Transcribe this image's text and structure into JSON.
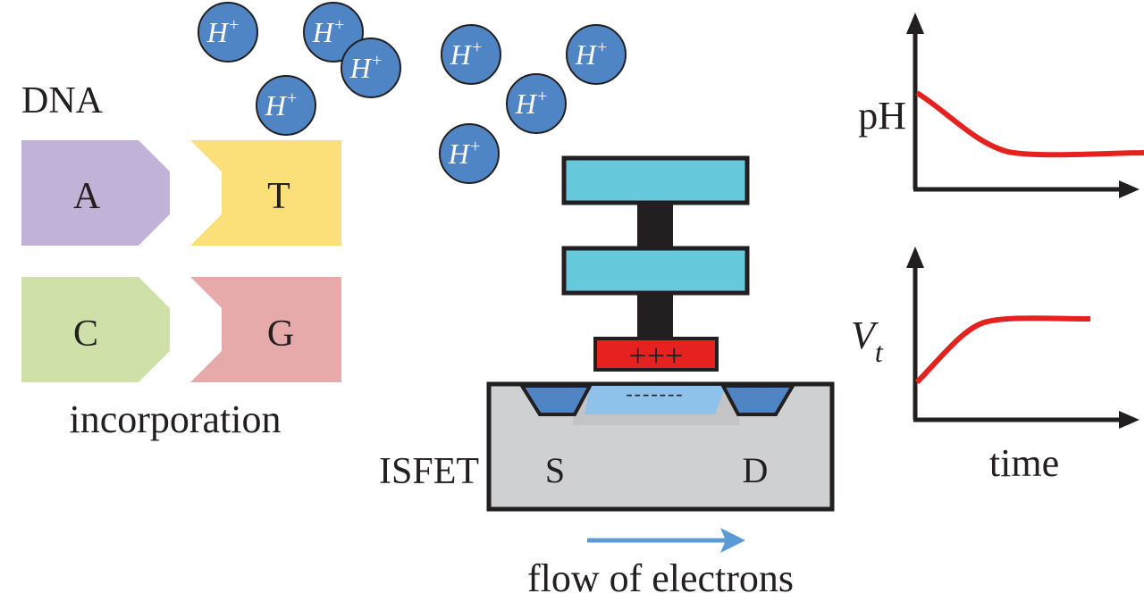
{
  "labels": {
    "dna": "DNA",
    "incorporation": "incorporation",
    "isfet": "ISFET",
    "source": "S",
    "drain": "D",
    "flow": "flow of electrons",
    "gate_charge": "+++",
    "channel_charge": "-------",
    "ph_axis": "pH",
    "vt_axis_main": "V",
    "vt_axis_sub": "t",
    "time_axis": "time"
  },
  "ions": {
    "main": "H",
    "superscript": "+"
  },
  "bases": [
    {
      "letter": "A",
      "color": "#c1b3d7"
    },
    {
      "letter": "T",
      "color": "#fbe07a"
    },
    {
      "letter": "C",
      "color": "#cfe0a8"
    },
    {
      "letter": "G",
      "color": "#e6aaaa"
    }
  ],
  "colors": {
    "ion_fill": "#4f85c4",
    "sensing_layer": "#67c9dc",
    "gate_charge": "#e5221f",
    "substrate": "#cfd0d2",
    "doped_region": "#4f85c4",
    "channel": "#8fc2ea",
    "arrow": "#5b9bd5",
    "curve": "#e5221f"
  },
  "chart_data": [
    {
      "type": "line",
      "title": "",
      "ylabel": "pH",
      "xlabel": "",
      "trend": "decreasing then plateau"
    },
    {
      "type": "line",
      "title": "",
      "ylabel": "Vt",
      "xlabel": "time",
      "trend": "increasing then plateau"
    }
  ]
}
